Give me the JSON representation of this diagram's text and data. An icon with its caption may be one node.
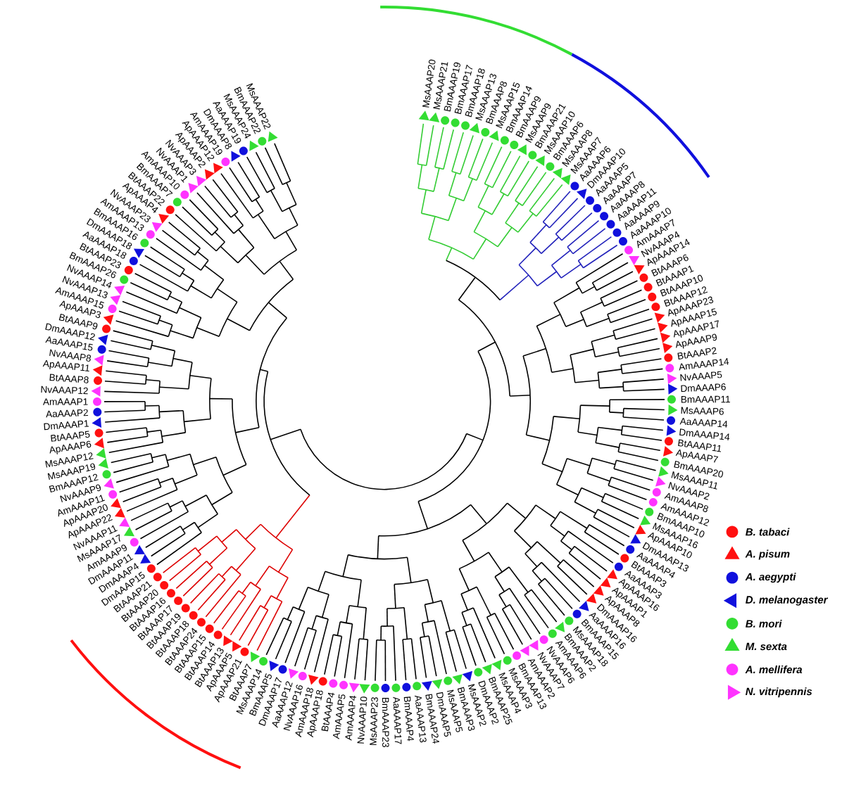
{
  "diagram": {
    "labels": [
      "MsAAAP22",
      "BmAAAP22",
      "MsAAAP24",
      "AaAAAP19",
      "DmAAAP8",
      "AmAAAP19",
      "ApAAAP12",
      "ApAAAP2",
      "NvAAAP3",
      "NvAAAP1",
      "AmAAAP10",
      "BmAAAP7",
      "BtAAAP22",
      "ApAAAP4",
      "NvAAAP23",
      "AmAAAP13",
      "BmAAAP16",
      "DmAAAP18",
      "AaAAAP18",
      "BtAAAP23",
      "BmAAAP26",
      "NvAAAP14",
      "NvAAAP13",
      "AmAAAP15",
      "ApAAAP3",
      "BtAAAP9",
      "DmAAAP12",
      "AaAAAP15",
      "NvAAAP8",
      "ApAAAP11",
      "BtAAAP8",
      "NvAAAP12",
      "AmAAAP1",
      "AaAAAP2",
      "DmAAAP1",
      "BtAAAP5",
      "ApAAAP6",
      "MsAAAP12",
      "MsAAAP19",
      "BmAAAP12",
      "NvAAAP9",
      "AmAAAP11",
      "ApAAAP20",
      "ApAAAP22",
      "NvAAAP11",
      "MsAAAP17",
      "AmAAAP9",
      "DmAAAP11",
      "DmAAAP4",
      "DmAAAP15",
      "BtAAAP21",
      "BtAAAP20",
      "BtAAAP16",
      "BtAAAP17",
      "BtAAAP19",
      "BtAAAP18",
      "BtAAAP24",
      "BtAAAP15",
      "BtAAAP14",
      "BtAAAP13",
      "ApAAAP5",
      "ApAAAP21",
      "BtAAAP7",
      "MsAAAP14",
      "BmAAAP5",
      "DmAAAP17",
      "AaAAAP12",
      "NvAAAP16",
      "AmAAAP18",
      "ApAAAP18",
      "BtAAAP4",
      "AmAAAP5",
      "AmAAAP4",
      "NvAAAP10",
      "MsAAAP23",
      "BmAAAP23",
      "AaAAAP17",
      "BmAAAP4",
      "AaAAAP13",
      "BmAAAP24",
      "DmAAAP5",
      "MsAAAP5",
      "BmAAAP3",
      "MsAAAP2",
      "DmAAAP2",
      "BmAAAP25",
      "MsAAAP4",
      "MsAAAP3",
      "BmAAAP13",
      "AmAAAP2",
      "NvAAAP7",
      "NvAAAP6",
      "AmAAAP6",
      "BmAAAP2",
      "MsAAAP18",
      "BmAAAP15",
      "AaAAAP16",
      "DmAAAP16",
      "ApAAAP8",
      "ApAAAP1",
      "ApAAAP16",
      "AaAAAP3",
      "BtAAAP3",
      "AaAAAP4",
      "DmAAAP13",
      "ApAAAP10",
      "MsAAAP16",
      "BmAAAP10",
      "AmAAAP12",
      "AmAAAP8",
      "NvAAAP2",
      "MsAAAP11",
      "BmAAAP20",
      "ApAAAP7",
      "BtAAAP11",
      "DmAAAP14",
      "AaAAAP14",
      "MsAAAP6",
      "BmAAAP11",
      "DmAAAP6",
      "NvAAAP5",
      "AmAAAP14",
      "BtAAAP2",
      "ApAAAP9",
      "ApAAAP17",
      "ApAAAP15",
      "ApAAAP23",
      "BtAAAP12",
      "BtAAAP10",
      "BtAAAP1",
      "BtAAAP6",
      "ApAAAP14",
      "NvAAAP4",
      "AmAAAP7",
      "AaAAAP10",
      "AaAAAP9",
      "AaAAAP11",
      "AaAAAP8",
      "AaAAAP7",
      "AaAAAP5",
      "DmAAAP10",
      "AaAAAP6",
      "MsAAAP7",
      "MsAAAP8",
      "BmAAAP6",
      "MsAAAP10",
      "BmAAAP21",
      "MsAAAP9",
      "BmAAAP9",
      "BmAAAP14",
      "MsAAAP15",
      "BmAAAP8",
      "MsAAAP13",
      "BmAAAP18",
      "BmAAAP17",
      "BmAAAP19",
      "MsAAAP21",
      "MsAAAP20"
    ],
    "legend": [
      {
        "text": "B. tabaci"
      },
      {
        "text": "A. pisum"
      },
      {
        "text": "A. aegypti"
      },
      {
        "text": "D. melanogaster"
      },
      {
        "text": "B. mori"
      },
      {
        "text": "M. sexta"
      },
      {
        "text": "A. mellifera"
      },
      {
        "text": "N. vitripennis"
      }
    ]
  }
}
